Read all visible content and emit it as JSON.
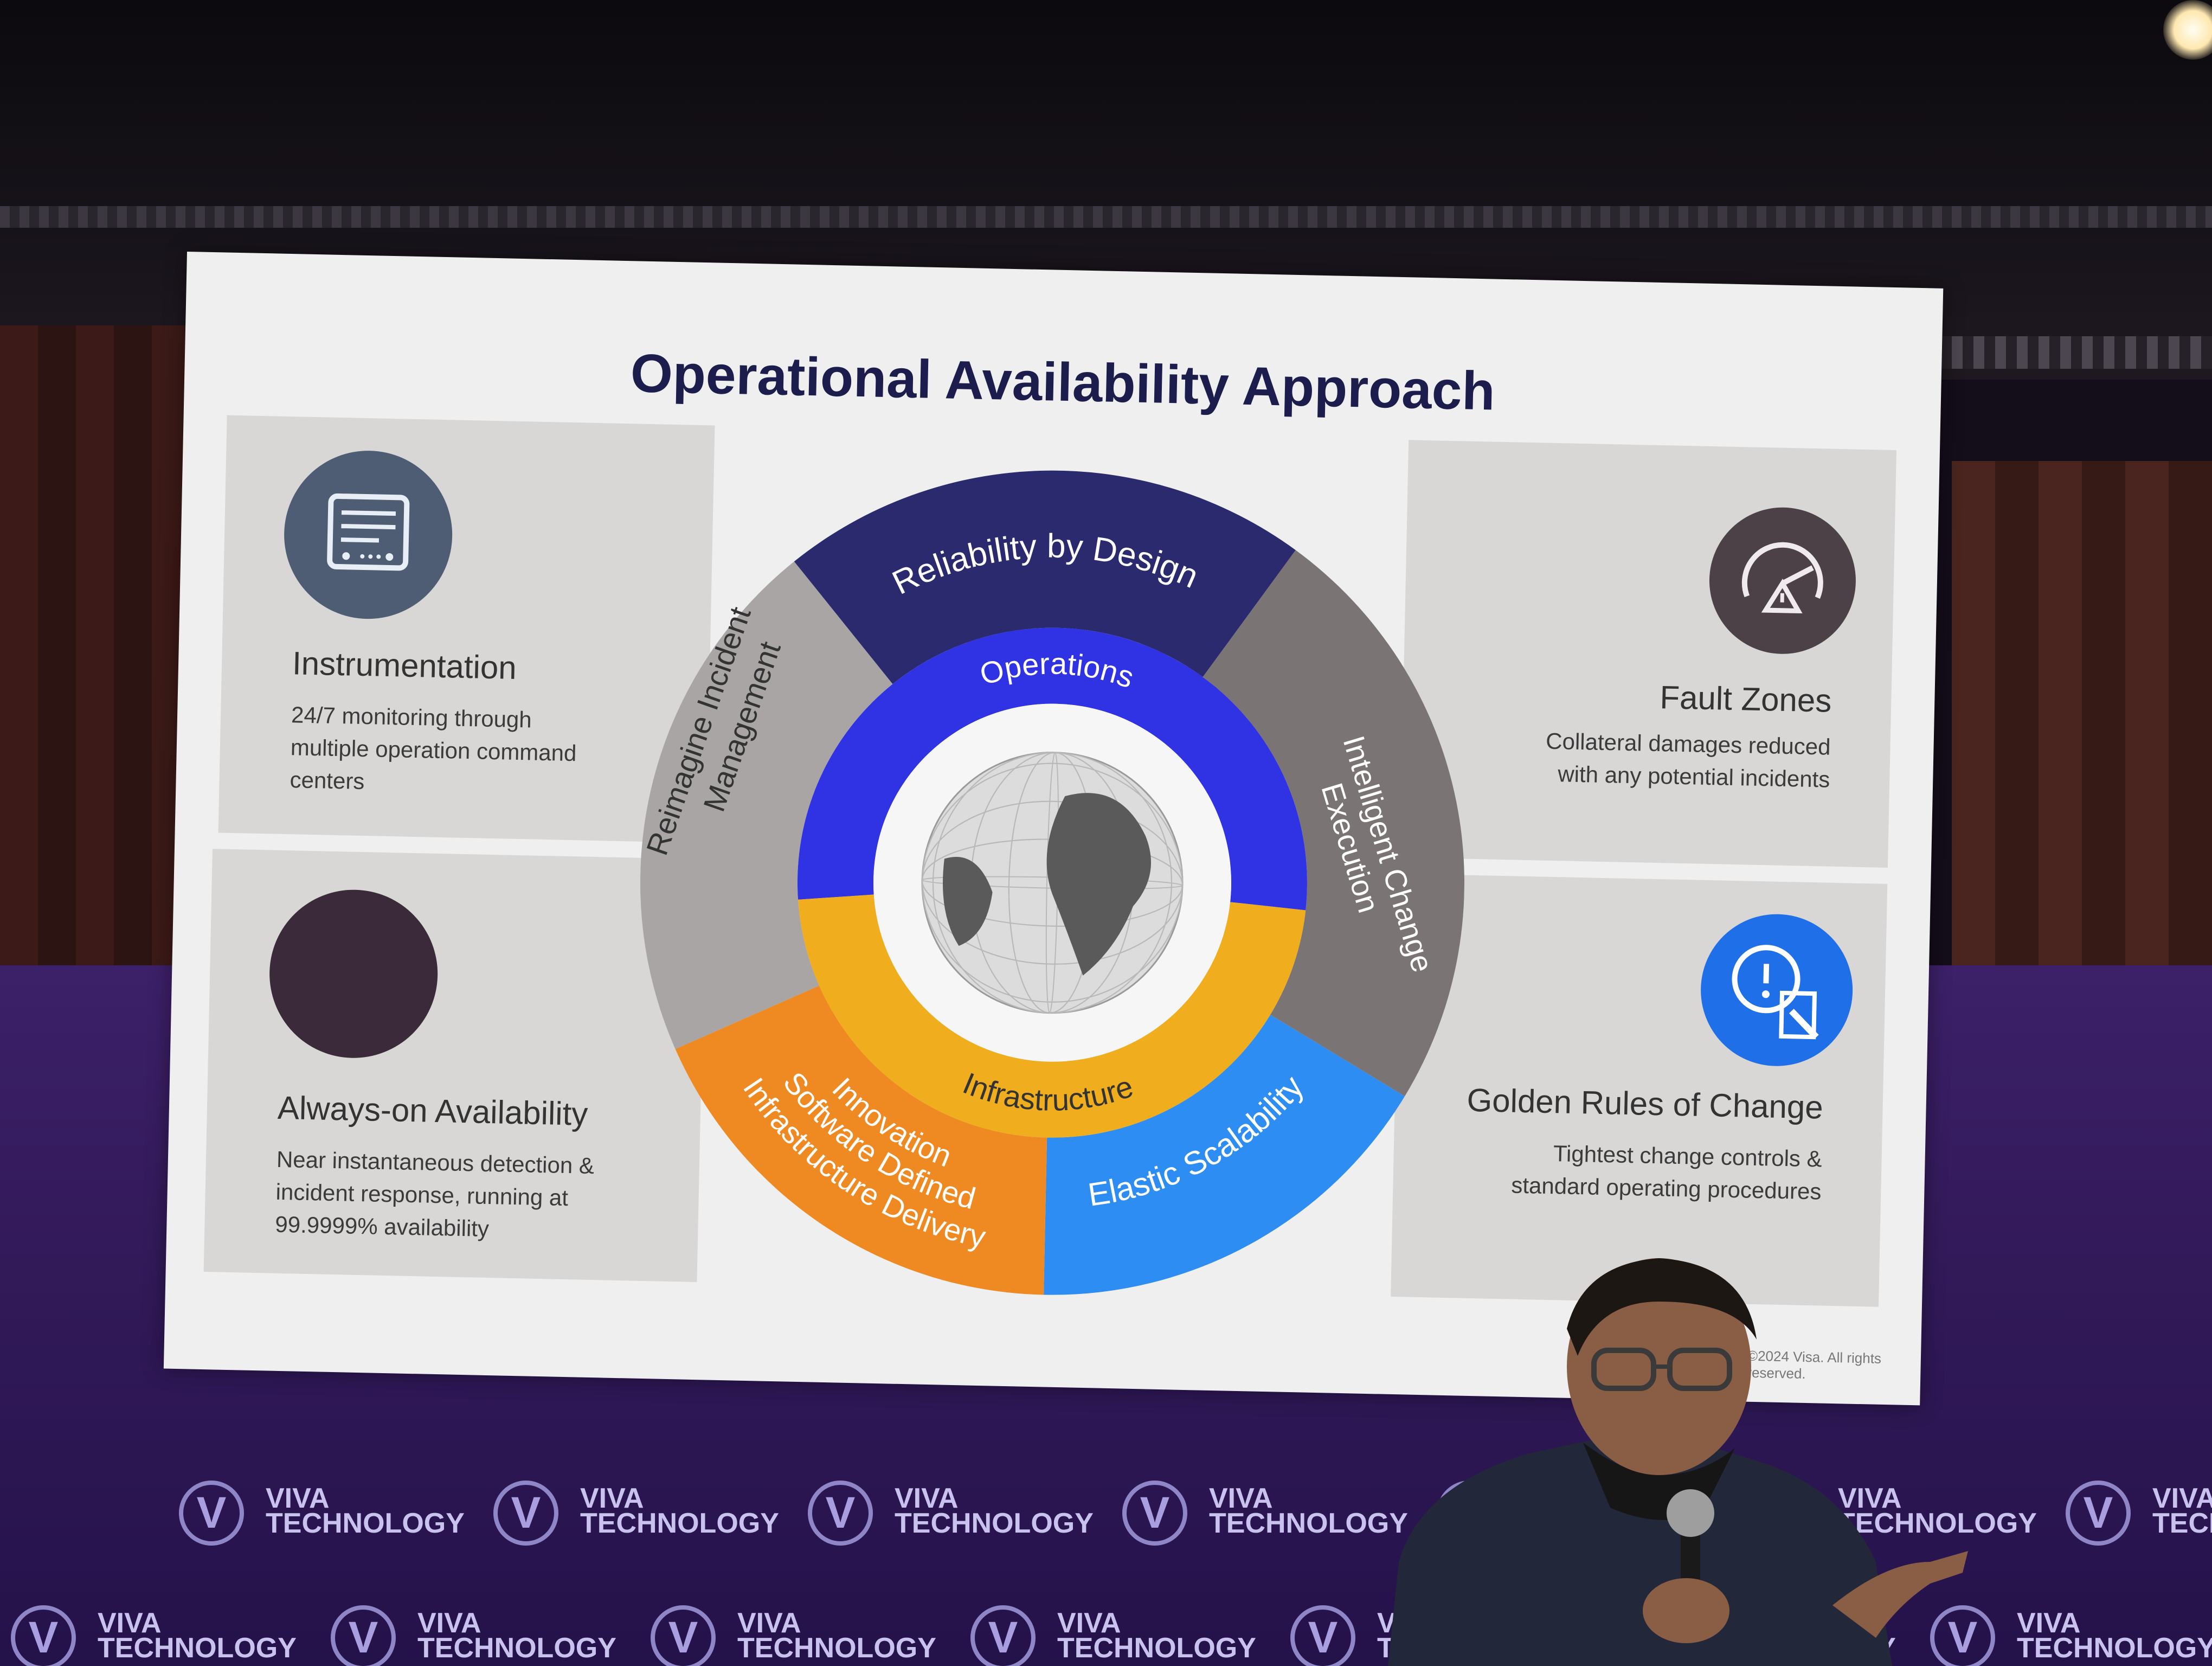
{
  "slide": {
    "title": "Operational Availability Approach",
    "panels": [
      {
        "title": "Instrumentation",
        "lines": [
          "24/7 monitoring through",
          "multiple operation command",
          "centers"
        ],
        "icon": "monitor-panel-icon",
        "icon_color": "#4e5d73"
      },
      {
        "title": "Always-on Availability",
        "lines": [
          "Near instantaneous detection &",
          "incident response, running at",
          "99.9999% availability"
        ],
        "icon": "globe-grid-icon",
        "icon_color": "#3b2a3a"
      },
      {
        "title": "Fault Zones",
        "lines": [
          "Collateral damages reduced",
          "with any potential incidents"
        ],
        "icon": "gauge-warning-icon",
        "icon_color": "#4b4147"
      },
      {
        "title": "Golden Rules of Change",
        "lines": [
          "Tightest change controls &",
          "standard operating procedures"
        ],
        "icon": "magnifier-alert-icon",
        "icon_color": "#1f6fe8"
      }
    ],
    "wheel": {
      "outer": [
        {
          "label": "Reliability by Design",
          "color": "#2b2a6e"
        },
        {
          "label": "Intelligent Change Execution",
          "color": "#7a7574"
        },
        {
          "label": "Elastic Scalability",
          "color": "#2e8df2"
        },
        {
          "label": "Innovation Software Defined Infrastructure Delivery",
          "color": "#ef8a22"
        },
        {
          "label": "Reimagine Incident Management",
          "color": "#a9a5a4"
        }
      ],
      "inner": [
        {
          "label": "Operations",
          "color": "#2f33e3"
        },
        {
          "label": "Infrastructure",
          "color": "#f0ad1d"
        }
      ],
      "outer_lines": {
        "reliability": "Reliability by Design",
        "intelligent_1": "Intelligent Change",
        "intelligent_2": "Execution",
        "elastic": "Elastic Scalability",
        "innovation_1": "Innovation",
        "innovation_2": "Software Defined",
        "innovation_3": "Infrastructure Delivery",
        "reimagine_1": "Reimagine Incident",
        "reimagine_2": "Management"
      },
      "center_icon": "globe-network-icon"
    },
    "copyright": "©2024 Visa. All rights reserved."
  },
  "backdrop": {
    "brand_line1": "VIVA",
    "brand_line2": "TECHNOLOGY",
    "logo_letter": "V",
    "color": "#3c2069"
  }
}
